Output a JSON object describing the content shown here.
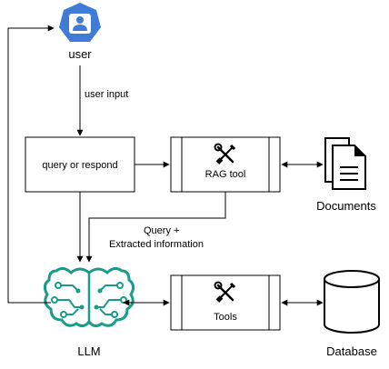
{
  "nodes": {
    "user": {
      "label": "user",
      "icon": "user-icon",
      "color": "#3f7cd8"
    },
    "query": {
      "label": "query or respond"
    },
    "rag": {
      "label": "RAG tool",
      "icon": "tools-icon"
    },
    "documents": {
      "label": "Documents",
      "icon": "documents-icon"
    },
    "llm": {
      "label": "LLM",
      "icon": "brain-circuit-icon",
      "color": "#1a9c8a"
    },
    "tools": {
      "label": "Tools",
      "icon": "tools-icon"
    },
    "database": {
      "label": "Database",
      "icon": "database-icon"
    }
  },
  "edges": {
    "user_input": "user input",
    "query_extracted_line1": "Query +",
    "query_extracted_line2": "Extracted information"
  }
}
